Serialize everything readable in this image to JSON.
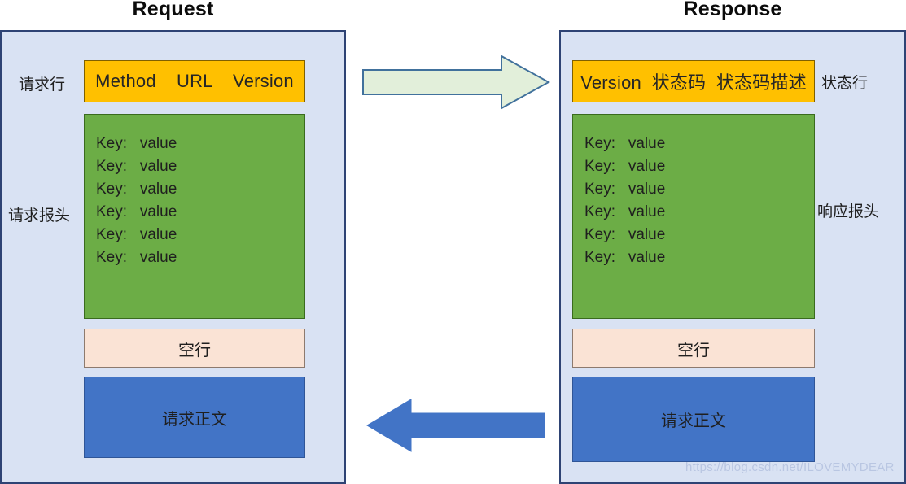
{
  "titles": {
    "request": "Request",
    "response": "Response"
  },
  "request": {
    "start_line": "Method    URL    Version",
    "headers": [
      "Key:   value",
      "Key:   value",
      "Key:   value",
      "Key:   value",
      "Key:   value",
      "Key:   value"
    ],
    "empty_line": "空行",
    "body": "请求正文",
    "labels": {
      "start_line": "请求行",
      "headers": "请求报头"
    }
  },
  "response": {
    "start_line": "Version  状态码  状态码描述",
    "headers": [
      "Key:   value",
      "Key:   value",
      "Key:   value",
      "Key:   value",
      "Key:   value",
      "Key:   value"
    ],
    "empty_line": "空行",
    "body": "请求正文",
    "labels": {
      "start_line": "状态行",
      "headers": "响应报头"
    }
  },
  "arrows": {
    "forward": {
      "name": "request-arrow",
      "direction": "right",
      "fill": "#e2efda",
      "stroke": "#41719c"
    },
    "backward": {
      "name": "response-arrow",
      "direction": "left",
      "fill": "#4274c6",
      "stroke": "#4274c6"
    }
  },
  "colors": {
    "panel_background": "#d9e2f3",
    "panel_border": "#2e4374",
    "start_line": "#ffc000",
    "headers": "#6cad46",
    "empty_line": "#fae3d5",
    "body": "#4274c6"
  },
  "watermark": "https://blog.csdn.net/ILOVEMYDEAR"
}
